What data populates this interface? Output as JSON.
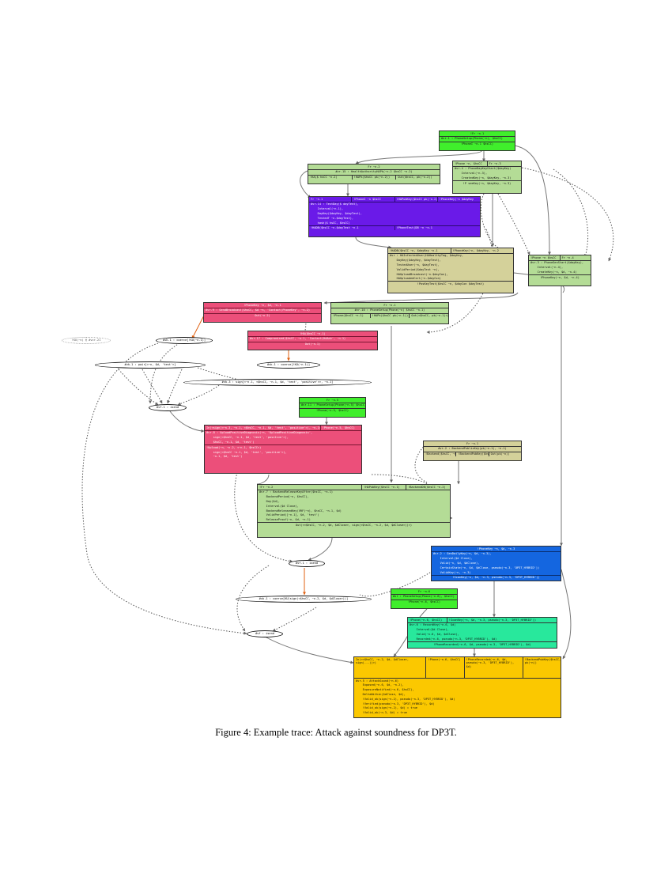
{
  "caption": "Figure 4: Example trace: Attack against soundness for DP3T.",
  "nodes": {
    "n1": {
      "rows": [
        "!Fr ~n.1",
        "#vr.1 : PhoneSetup(Phone(~n), $hsCC)",
        "!PhoneI ~n.1 $hsCC)"
      ]
    },
    "n2": {
      "head": "Fr ~n.2",
      "row": "#vr.15 : HealthAuthorityHAPk(~n.2 $hsCC ~n.2)",
      "cells": [
        "!HA($ hsCC ~n.2)",
        "!HAPk($hsCC pk(~n.2))",
        "Out($hsCC, pk(~n.2))"
      ]
    },
    "n3": {
      "cells": [
        "!Phone ~n, $hsCC",
        "Fr ~n.3"
      ],
      "rows": [
        "#vr.4 : PhoneDayKeyStart($dayKey)",
        "    Interval(~n.3),",
        "    CreatedKey(~n, $dayKey, ~n.3)",
        "!P seeKey(~n, $dayKey, ~n.3)"
      ]
    },
    "n4": {
      "cells": [
        "Fr ~n.1",
        "!PhoneI ~n $hsCC",
        "!HAPubKey($hsCC pk(~n.2))",
        "!PhoneKey(~n $dayKey"
      ],
      "body": [
        "#vr.14 : TestDay($ dayTest),",
        "    Interval(~n.1),",
        "    DayKey($dayKey, $dayTest),",
        "    TestedT ~n.$dayTest),",
        "    hash($ hsCC, $hsCC)"
      ],
      "cells2": [
        "!HADB($hsCC ~n.$dayTest ~n.1",
        "!PhoneTest(DB ~n ~n.1"
      ]
    },
    "n5": {
      "cells": [
        "!HADB($hsCC ~n, $dayKey ~n.1",
        "!PhoneKey(~n, $dayKey, ~n.2"
      ],
      "body": [
        "#vr : HAInfectedUser(HAHealthyTag, $dayKey,",
        "    DayKey($dayKey, $dayTest),",
        "    TestedUser(~n, $dayTest),",
        "    ValidPeriod($dayTest ~n),",
        "    HAUploadBroadcast(~n.$dayCon),",
        "    HAUploadedCert(~n.$dayCon)"
      ],
      "foot": "!PosKeyTest($hsCC ~n, $dayCon $dayTest)"
    },
    "n6": {
      "cells": [
        "!Phone ~n $hsCC",
        "Fr ~n.4"
      ],
      "rows": [
        "#vr.3 : PhoneGenStart($dayKey),",
        "    Interval(~n.4),",
        "    CreateKey(~n, $d, ~n.4)",
        "!PhoneKey(~n, $d, ~n.4)"
      ]
    },
    "n7": {
      "head": "!PhoneKey ~n, $d, ~n.1",
      "row": "#vr.9 : SendBroadcast($hsCC, $d ~n, 'Contact(PhoneKey', ~n.2)",
      "foot": "Out(~n.2)"
    },
    "n8": {
      "head": "Fr ~n.1",
      "row": "#vr.10 : PhoneSetup(Phone(~n) $hsCC ~n.1)",
      "cells": [
        "!Phone($hsCC ~n.1)",
        "!HAPk($hsCC pk(~n.1))",
        "Out(<$hsCC, pk(~n.1)>)"
      ]
    },
    "n9": {
      "head": "!HA($hsCC ~n.1)",
      "row": "#vr.17 : Compromised($hsCC, ~n.1, 'Contact(HAAdv', ~n.1)",
      "foot": "Out(~n.1)"
    },
    "n10": {
      "head": "Fr ~n.5",
      "row": "#vr.11 : PhoneSetup(Phone(~n.5) $hsCC)",
      "foot": "!Phone(~n.5, $hsCC)"
    },
    "n11": {
      "cells": [
        "In(<sign(<~n.3, ~n.1, <$hsCC, ~n.1, $d, 'test', 'positive'>), ~n.1>)>, $d, 'test')",
        "!Phone(~n.5, $hsCC)"
      ],
      "body": [
        "#vr.8 : UploadPositiveDiagnosis(~n, 'UploadPositiveDiagnosis',",
        "    sign(<$hsCC, ~n.1, $d, 'test', 'positive'>),",
        "    $hsCC, ~n.1, $d, 'test')"
      ],
      "foot": [
        "!Upload(~n, ~n.2, <~n.1, $hsCC>)",
        "    sign(<$hsCC ~n.1, $d, 'test', 'positive'>),",
        "    ~n.1, $d, 'test')"
      ]
    },
    "n12": {
      "cells": [
        "!Fr ~n.2",
        "!HAPubKey($hsCC ~n.1)",
        "!BackendDB($hsCC ~n.2)"
      ],
      "body": [
        "#vr.7 : BackendReleaseKeyAfter($hsCC, ~n.1)",
        "    BackendPeriod(~n, $hsCC),",
        "    Day($d),",
        "    Interval($d Close),",
        "    BackendReleasedKey(VRF(~n), $hsCC, ~n.1, $d)",
        "    ValidPeriod([~n.1], $d, 'test')",
        "    ReleaseProof(~n, $d, ~n.1)"
      ],
      "foot": "Out(<<$hsCC, ~n.2, $d, $dClose>, sign(<$hsCC, ~n.2, $d, $dClose>))>)"
    },
    "n13": {
      "head": "Fr ~n.1",
      "row": "#vr.2 : BackendPublicKey(pk(~n.1), ~n.1)",
      "cells": [
        "!Backend($hsCC, ~n)",
        "!BackendPubKey($hsCC, pk(~n))",
        "Out(pk(~n))"
      ]
    },
    "n14": {
      "head": "!PhoneKey ~n, $d, ~n.3",
      "body": [
        "#vr.2 : GenDailyKey(~n, $d, ~n.3),",
        "    Interval($d Close),",
        "    Valid(~n, $d, $dClose),",
        "    CertainState(~n, $d, $dClose, pseudo(~n.3, 'DP3T_HYBRID'))",
        "    ValidKey(~n, ~n.3)"
      ],
      "foot": "!ScanKey(~n, $d, ~n.3, pseudo(~n.3, 'DP3T_HYBRID'))"
    },
    "n15": {
      "head": "Fr ~n.6",
      "row": "#vr : PhoneSetup(Phone(~n.6), $hsCC)",
      "foot": "!Phone(~n.6, $hsCC)"
    },
    "n16": {
      "cells": [
        "!Phone(~n.6, $hsCC)",
        "!ScanKey(~n, $d, ~n.3, pseudo(~n.3, 'DP3T_HYBRID'))"
      ],
      "body": [
        "#vr.6 : RecordKey(~n.6, $d)",
        "    Interval($d Close),",
        "    Valid(~n.6, $d, $dClose),",
        "    Recorded(~n.6, pseudo(~n.3, 'DP3T_HYBRID'), $d)"
      ],
      "foot": "!PhoneRecorded(~n.6, $d, pseudo(~n.3, 'DP3T_HYBRID'), $d)"
    },
    "n17": {
      "cells": [
        "In(<<$hsCC, ~n.2, $d, $dClose>, sign(...))>)",
        "!Phone(~n.6, $hsCC)",
        "!PhoneRecorded(~n.6, $d, pseudo(~n.3, 'DP3T_HYBRID'), $d)",
        "!BackendPubKey($hsCC, pk(~n))"
      ],
      "body": [
        "#vr.5 : AttackSound(~n.6)",
        "    Exposed(~n.6, $d, ~n.2),",
        "    ExposureNotified(~n.6, $hsCC),",
        "    DeltaWithin($dClose, $d),",
        "    !Valid_ok(sign(~n.2), pseudo(~n.3, 'DP3T_HYBRID'), $d)",
        "    !Verified(pseudo(~n.3, 'DP3T_HYBRID'), $d)",
        "    !Valid_ok(sign(~n.2), $d) = true",
        "    !Valid_ok(~n.3, $d) = true"
      ]
    }
  },
  "ellipses": {
    "e1": "!KU(~n) @ #vcr.21",
    "e2": "#vk.1 : coerce[!KU(~n.1)]",
    "e3": "#vk.1 : pair[<~n, $d, 'test'>]",
    "e4": "#vk.1 : coerce[!KU(~n.1)]",
    "e5": "#vk.3 : sign[<~n.1, <$hsCC, ~n.1, $d, 'test', 'positive'>>, ~n.1]",
    "e6": "#vf.1 : isend",
    "e7": "#vf.1 : isend",
    "e8": "#vk.1 : coerce[KU(sign(<$hsCC, ~n.2, $d, $dClose>))]",
    "e9": "#vf : isend"
  }
}
